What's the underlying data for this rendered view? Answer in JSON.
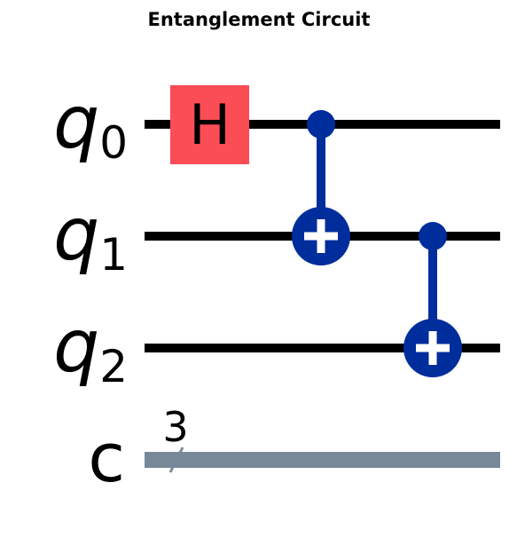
{
  "title": "Entanglement Circuit",
  "qubits": [
    {
      "name": "q",
      "index": "0"
    },
    {
      "name": "q",
      "index": "1"
    },
    {
      "name": "q",
      "index": "2"
    }
  ],
  "classical": {
    "name": "c",
    "bits": "3"
  },
  "gates": [
    {
      "type": "H",
      "label": "H",
      "target": 0,
      "step": 0
    },
    {
      "type": "CX",
      "control": 0,
      "target": 1,
      "step": 1
    },
    {
      "type": "CX",
      "control": 1,
      "target": 2,
      "step": 2
    }
  ],
  "colors": {
    "wire": "#000000",
    "classical_wire": "#778899",
    "h_gate": "#FA4D56",
    "cx_gate": "#002D9C",
    "cx_symbol": "#FFFFFF",
    "background": "#FFFFFF"
  }
}
